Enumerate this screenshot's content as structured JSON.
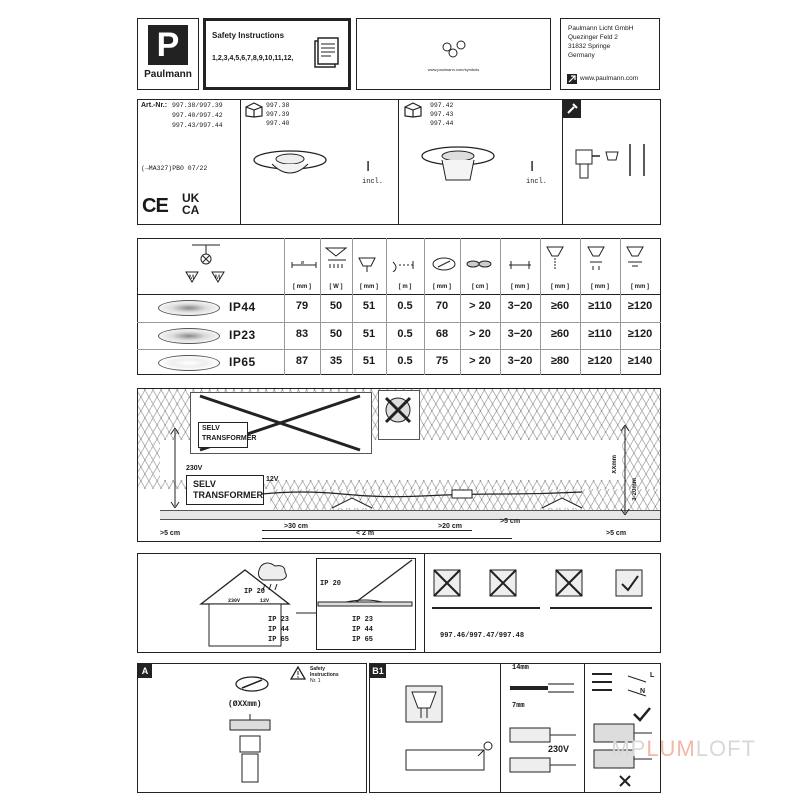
{
  "header": {
    "brand_letter": "P",
    "brand_name": "Paulmann",
    "safety_title": "Safety Instructions",
    "safety_languages": "1,2,3,4,5,6,7,8,9,10,11,12,",
    "website_small": "www.paulmann.com/symbols",
    "company_name": "Paulmann Licht GmbH",
    "company_street": "Quezinger Feld 2",
    "company_city": "31832 Springe",
    "company_country": "Germany",
    "company_web": "www.paulmann.com"
  },
  "product": {
    "art_label": "Art.-Nr.:",
    "art_numbers": [
      "997.38/997.39",
      "997.40/997.42",
      "997.43/997.44"
    ],
    "ma_code": "(→MA327)PB0 07/22",
    "ce": "CE",
    "ukca_top": "UK",
    "ukca_bottom": "CA",
    "variant_a": [
      "997.38",
      "997.39",
      "997.40"
    ],
    "variant_b": [
      "997.42",
      "997.43",
      "997.44"
    ],
    "qty": "I",
    "incl": "incl."
  },
  "table": {
    "units": [
      "[ mm ]",
      "[ W ]",
      "[ mm ]",
      "[ m ]",
      "[ mm ]",
      "[ cm ]",
      "[ mm ]",
      "[ mm ]",
      "[ mm ]",
      "[ mm ]"
    ],
    "rows": [
      {
        "ip": "IP44",
        "values": [
          "79",
          "50",
          "51",
          "0.5",
          "70",
          "> 20",
          "3−20",
          "≥60",
          "≥110",
          "≥120"
        ]
      },
      {
        "ip": "IP23",
        "values": [
          "83",
          "50",
          "51",
          "0.5",
          "68",
          "> 20",
          "3−20",
          "≥60",
          "≥110",
          "≥120"
        ]
      },
      {
        "ip": "IP65",
        "values": [
          "87",
          "35",
          "51",
          "0.5",
          "75",
          "> 20",
          "3−20",
          "≥80",
          "≥120",
          "≥140"
        ]
      }
    ]
  },
  "install": {
    "selv": "SELV",
    "transformer": "TRANSFORMER",
    "v230": "230V",
    "v12": "12V",
    "d5cm_left": ">5 cm",
    "d30cm": ">30 cm",
    "d2m": "< 2 m",
    "d20cm": ">20 cm",
    "d5cm_mid": ">5 cm",
    "d5cm_right": ">5 cm",
    "xxmm": "XXmm",
    "d3_20": "3-20mm"
  },
  "zones": {
    "ip20": "IP 20",
    "v230": "230V",
    "v12": "12V",
    "list": [
      "IP 23",
      "IP 44",
      "IP 65"
    ],
    "models": "997.46/997.47/997.48"
  },
  "bottom": {
    "label_a": "A",
    "label_b1": "B1",
    "bore": "(ØXXmm)",
    "safety_small": "Safety Instructions",
    "safety_nr": "Nr. 1",
    "strip_14": "14mm",
    "strip_7": "7mm",
    "v230": "230V",
    "l": "L",
    "n": "N"
  }
}
